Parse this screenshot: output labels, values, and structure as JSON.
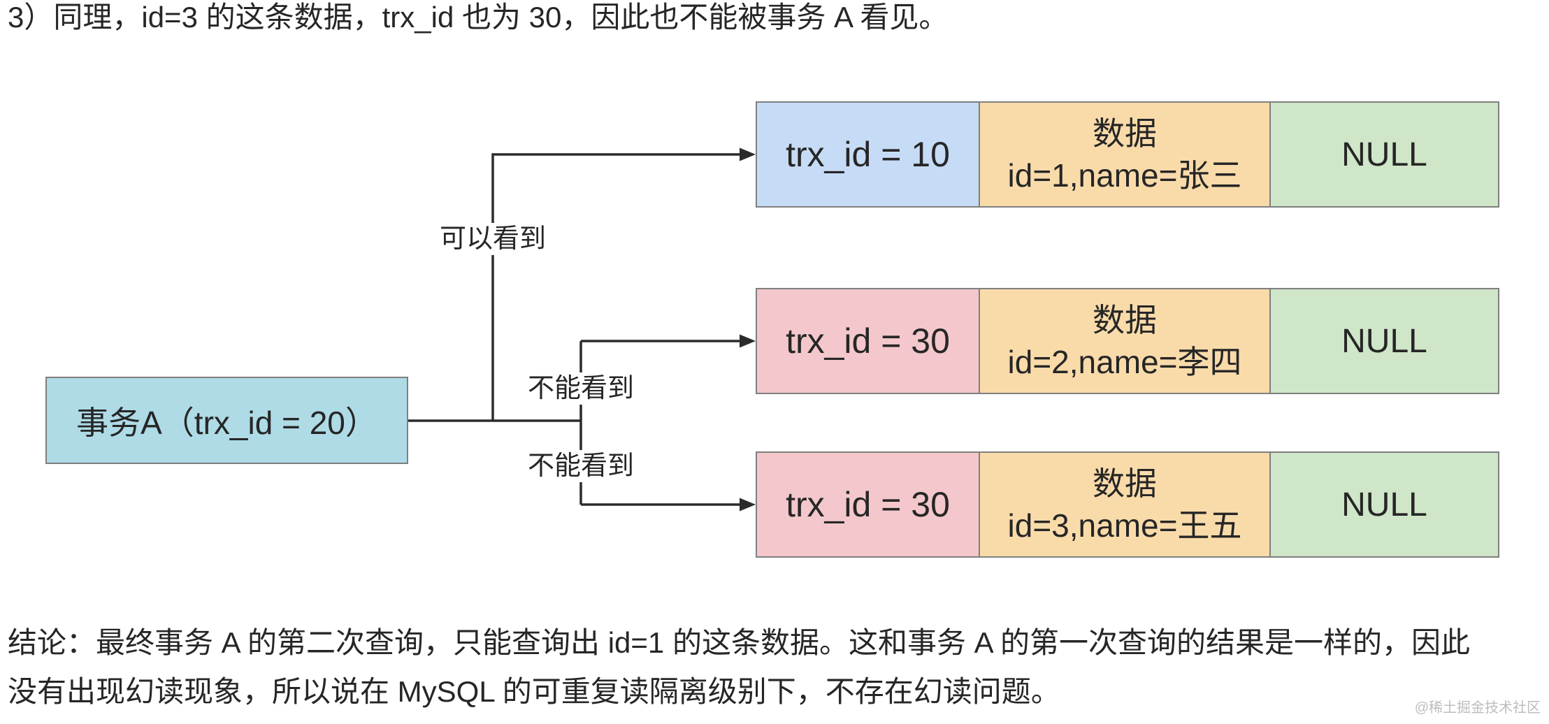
{
  "intro": "3）同理，id=3 的这条数据，trx_id 也为 30，因此也不能被事务 A 看见。",
  "diagram": {
    "transaction": {
      "label": "事务A（trx_id = 20）"
    },
    "edge_labels": [
      "可以看到",
      "不能看到",
      "不能看到"
    ],
    "rows": [
      {
        "trx_id": "trx_id = 10",
        "data_title": "数据",
        "data_value": "id=1,name=张三",
        "pointer": "NULL",
        "trx_fill": "#c6dbf5"
      },
      {
        "trx_id": "trx_id = 30",
        "data_title": "数据",
        "data_value": "id=2,name=李四",
        "pointer": "NULL",
        "trx_fill": "#f3c7cb"
      },
      {
        "trx_id": "trx_id = 30",
        "data_title": "数据",
        "data_value": "id=3,name=王五",
        "pointer": "NULL",
        "trx_fill": "#f3c7cb"
      }
    ]
  },
  "conclusion_lines": [
    "结论：最终事务 A 的第二次查询，只能查询出 id=1 的这条数据。这和事务 A 的第一次查询的结果是一样的，因此",
    "没有出现幻读现象，所以说在 MySQL 的可重复读隔离级别下，不存在幻读问题。"
  ],
  "watermark": "@稀土掘金技术社区",
  "colors": {
    "text": "#262626",
    "transaction_fill": "#aedbe6",
    "data_fill": "#f9dbaa",
    "pointer_fill": "#cfe6c8",
    "border": "#7f7f7f",
    "line": "#2b2b2b",
    "watermark": "#bdbdbd"
  }
}
